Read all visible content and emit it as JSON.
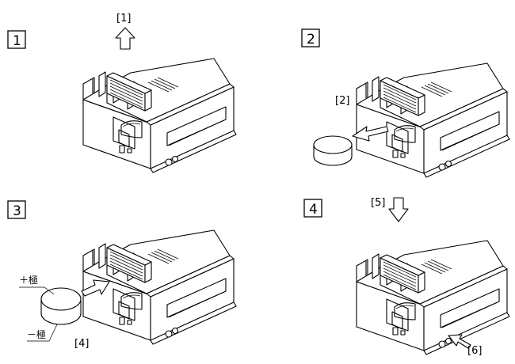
{
  "steps": [
    {
      "number": "1",
      "callouts": [
        "[1]"
      ]
    },
    {
      "number": "2",
      "callouts": [
        "[2]"
      ]
    },
    {
      "number": "3",
      "callouts": [
        "[4]"
      ],
      "polarity": {
        "plus": "＋極",
        "minus": "－極"
      }
    },
    {
      "number": "4",
      "callouts": [
        "[5]",
        "[6]"
      ]
    }
  ],
  "icons": [
    "up-arrow-icon",
    "right-arrow-icon",
    "down-arrow-icon",
    "battery-icon"
  ]
}
